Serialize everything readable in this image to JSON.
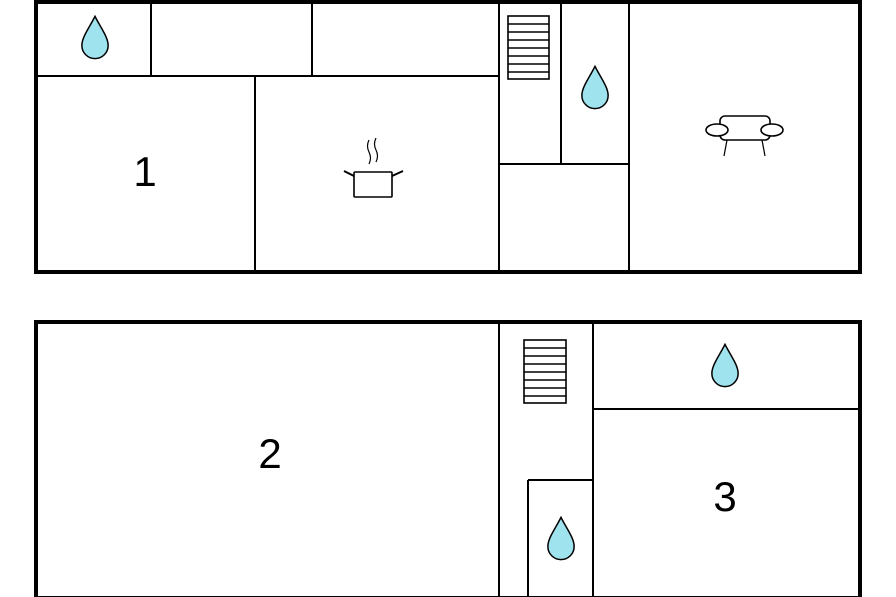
{
  "floors": [
    {
      "rooms": [
        {
          "number": "1"
        }
      ]
    },
    {
      "rooms": [
        {
          "number": "2"
        },
        {
          "number": "3"
        }
      ]
    }
  ],
  "icons": {
    "water": "water-drop-icon",
    "stairs": "stairs-icon",
    "kitchen": "cooking-pot-icon",
    "living": "sofa-icon"
  },
  "colors": {
    "water_fill": "#9fe3ef",
    "walls": "#000000",
    "background": "#ffffff"
  }
}
